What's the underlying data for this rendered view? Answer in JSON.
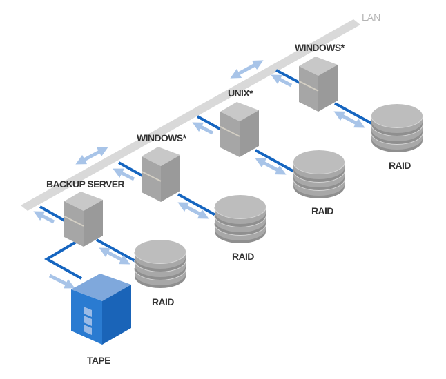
{
  "diagram": {
    "lan": {
      "label": "LAN",
      "color": "#d9d9d9",
      "label_color": "#b5b5b5"
    },
    "colors": {
      "link": "#1565c0",
      "arrow": "#a8c4e8",
      "server_top": "#c8c8c8",
      "server_left": "#a6a6a6",
      "server_right": "#9a9a9a",
      "disk": "#bdbdbd",
      "tape_top": "#7fa8dc",
      "tape_left": "#2a7bd1",
      "tape_right": "#1a64b8"
    },
    "servers": [
      {
        "id": "backup-server",
        "label": "BACKUP SERVER"
      },
      {
        "id": "windows-server-1",
        "label": "WINDOWS*"
      },
      {
        "id": "unix-server",
        "label": "UNIX*"
      },
      {
        "id": "windows-server-2",
        "label": "WINDOWS*"
      }
    ],
    "storage": [
      {
        "id": "raid-backup",
        "label": "RAID",
        "attached_to": "BACKUP SERVER"
      },
      {
        "id": "raid-windows-1",
        "label": "RAID",
        "attached_to": "WINDOWS*"
      },
      {
        "id": "raid-unix",
        "label": "RAID",
        "attached_to": "UNIX*"
      },
      {
        "id": "raid-windows-2",
        "label": "RAID",
        "attached_to": "WINDOWS*"
      }
    ],
    "tape": {
      "label": "TAPE",
      "attached_to": "BACKUP SERVER"
    }
  }
}
